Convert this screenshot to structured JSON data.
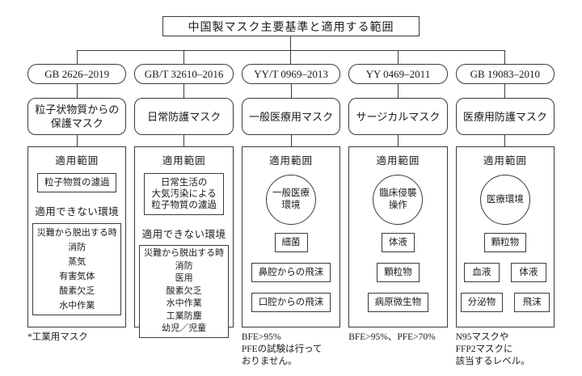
{
  "title": "中国製マスク主要基準と適用する範囲",
  "columns": [
    {
      "standard": "GB 2626–2019",
      "category": "粒子状物質からの\n保護マスク",
      "scope_label": "適用範囲",
      "scope_box": "粒子物質の濾過",
      "na_label": "適用できない環境",
      "na_items": "災難から脱出する時\n消防\n蒸気\n有害気体\n酸素欠乏\n水中作業",
      "footnote": "*工業用マスク"
    },
    {
      "standard": "GB/T 32610–2016",
      "category": "日常防護マスク",
      "scope_label": "適用範囲",
      "scope_box": "日常生活の\n大気汚染による\n粒子物質の濾過",
      "na_label": "適用できない環境",
      "na_items": "災難から脱出する時\n消防\n医用\n酸素欠乏\n水中作業\n工業防塵\n幼児／児童",
      "footnote": ""
    },
    {
      "standard": "YY/T 0969–2013",
      "category": "一般医療用マスク",
      "scope_label": "適用範囲",
      "circle": "一般医療\n環境",
      "boxes": [
        "細菌",
        "鼻腔からの飛沫",
        "口腔からの飛沫"
      ],
      "footnote": "BFE>95%\nPFEの試験は行って\nおりません。"
    },
    {
      "standard": "YY 0469–2011",
      "category": "サージカルマスク",
      "scope_label": "適用範囲",
      "circle": "臨床侵襲\n操作",
      "boxes": [
        "体液",
        "顆粒物",
        "病原微生物"
      ],
      "footnote": "BFE>95%、PFE>70%"
    },
    {
      "standard": "GB 19083–2010",
      "category": "医療用防護マスク",
      "scope_label": "適用範囲",
      "circle": "医療環境",
      "box": "顆粒物",
      "grid": [
        "血液",
        "体液",
        "分泌物",
        "飛沫"
      ],
      "footnote": "N95マスクや\nFFP2マスクに\n該当するレベル。"
    }
  ]
}
